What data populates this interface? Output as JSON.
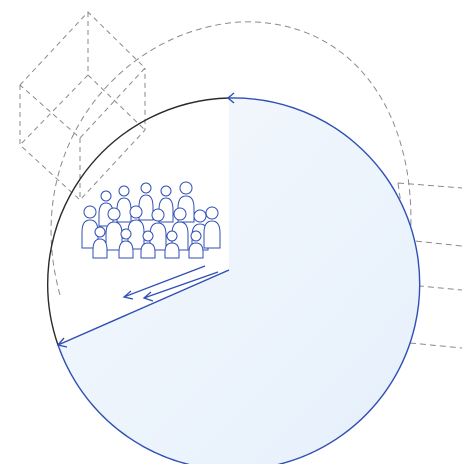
{
  "colors": {
    "background": "#ffffff",
    "circle_outline": "#2b2b2b",
    "accent_blue": "#2f4fb5",
    "sector_fill_light": "#f4f8fd",
    "sector_fill_mid": "#e6f0fb",
    "dashed_lines": "#8a8a8a"
  },
  "diagram": {
    "elements": [
      "dashed-cube",
      "dashed-outer-arc",
      "dashed-horizontal-lines",
      "main-circle",
      "shaded-sector",
      "people-crowd-icon",
      "motion-arrows",
      "radius-arrow",
      "rotation-arrowhead"
    ]
  }
}
